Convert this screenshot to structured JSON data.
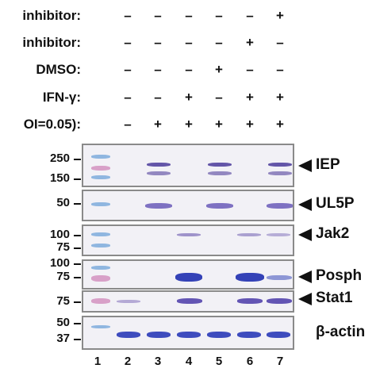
{
  "conditions": [
    {
      "label": "inhibitor:",
      "values": [
        "–",
        "–",
        "–",
        "–",
        "–",
        "+"
      ]
    },
    {
      "label": "inhibitor:",
      "values": [
        "–",
        "–",
        "–",
        "–",
        "+",
        "–"
      ]
    },
    {
      "label": "DMSO:",
      "values": [
        "–",
        "–",
        "–",
        "+",
        "–",
        "–"
      ]
    },
    {
      "label": "IFN-γ:",
      "values": [
        "–",
        "–",
        "+",
        "–",
        "+",
        "+"
      ]
    },
    {
      "label": "OI=0.05):",
      "values": [
        "–",
        "+",
        "+",
        "+",
        "+",
        "+"
      ]
    }
  ],
  "lanes": [
    "1",
    "2",
    "3",
    "4",
    "5",
    "6",
    "7"
  ],
  "mw_markers": [
    "250",
    "150",
    "50",
    "100",
    "75",
    "100",
    "75",
    "75",
    "50",
    "37"
  ],
  "panels": [
    {
      "label": "IEP"
    },
    {
      "label": "UL5P"
    },
    {
      "label": "Jak2"
    },
    {
      "label": "Posph"
    },
    {
      "label": "Stat1"
    },
    {
      "label": "β-actin"
    }
  ],
  "colors": {
    "band_purple": "#4a3a9a",
    "band_blue": "#1f2fb0",
    "ladder_pink": "#d8a0c8",
    "panel_border": "#8a8a8a"
  }
}
